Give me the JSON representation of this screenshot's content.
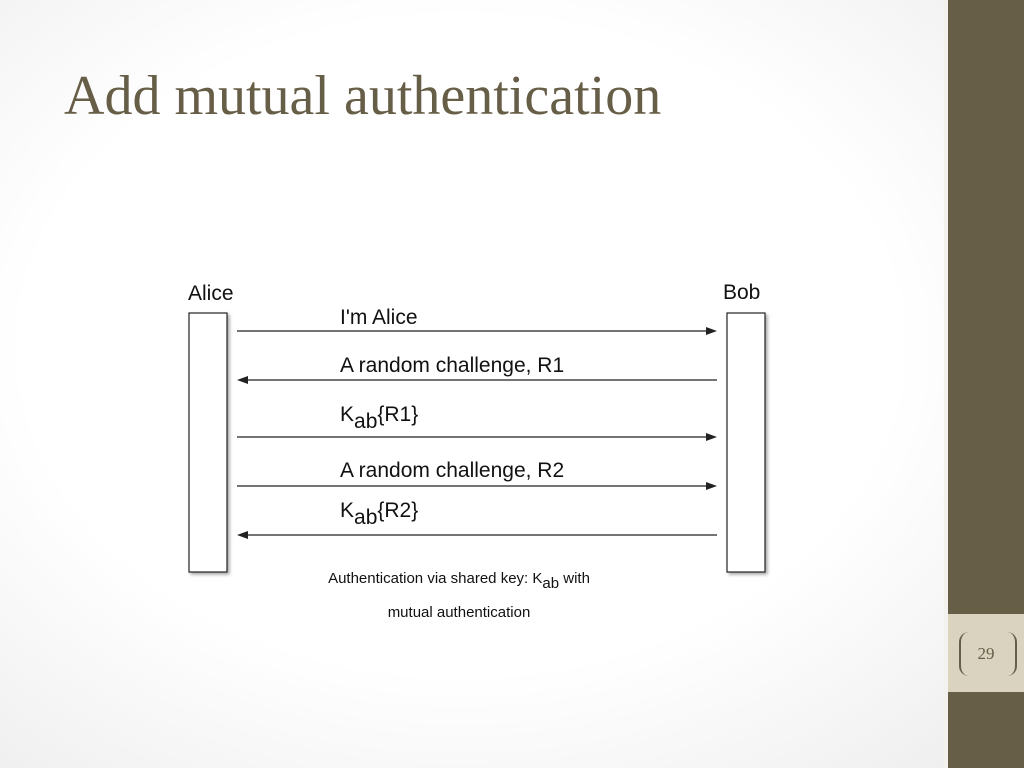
{
  "slide": {
    "title": "Add mutual authentication",
    "page_number": "29"
  },
  "diagram": {
    "participants": {
      "left": "Alice",
      "right": "Bob"
    },
    "messages": [
      {
        "direction": "right",
        "label": "I'm Alice"
      },
      {
        "direction": "left",
        "label": "A random challenge, R1"
      },
      {
        "direction": "right",
        "label_main": "K",
        "label_sub": "ab",
        "label_rest": "{R1}"
      },
      {
        "direction": "right",
        "label": "A random challenge, R2"
      },
      {
        "direction": "left",
        "label_main": "K",
        "label_sub": "ab",
        "label_rest": "{R2}"
      }
    ],
    "caption": {
      "line1_before": "Authentication via shared key: K",
      "line1_sub": "ab",
      "line1_after": " with",
      "line2": "mutual authentication"
    }
  },
  "colors": {
    "accent": "#675e47",
    "page_box": "#d9d3bf"
  }
}
